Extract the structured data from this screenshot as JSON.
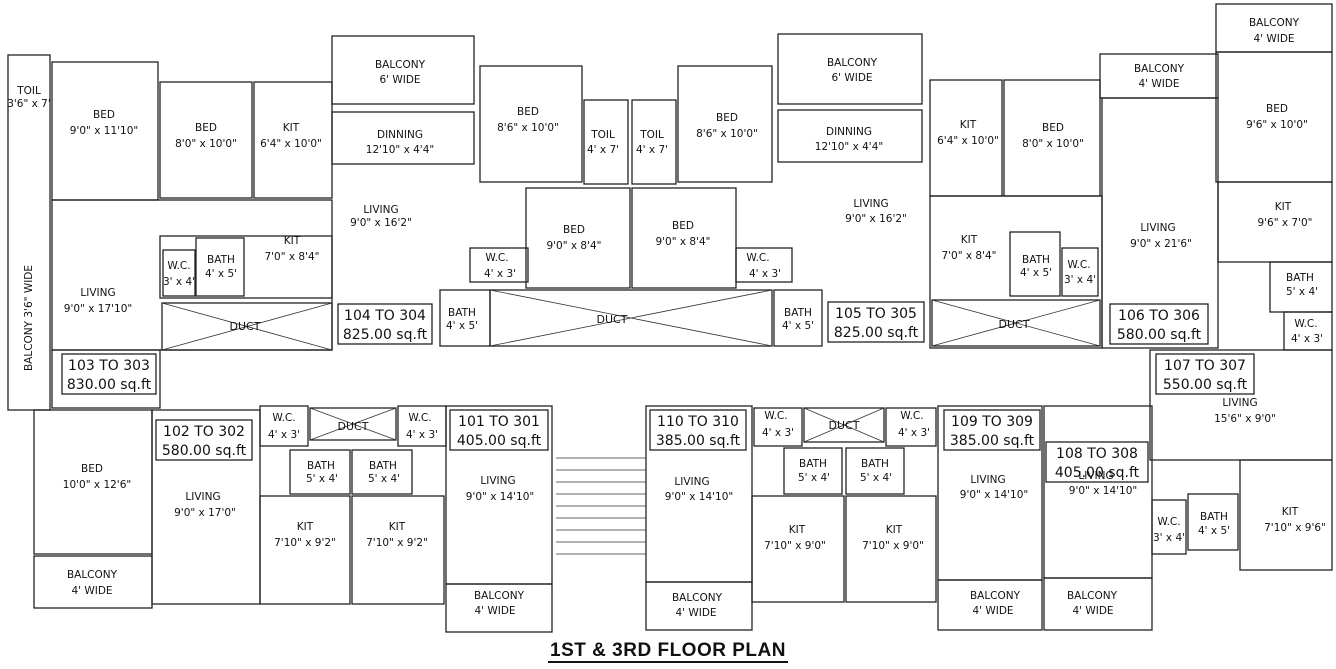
{
  "title": "1ST & 3RD FLOOR PLAN",
  "units": [
    {
      "name": "103 TO 303",
      "area": "830.00 sq.ft"
    },
    {
      "name": "104 TO 304",
      "area": "825.00 sq.ft"
    },
    {
      "name": "105 TO 305",
      "area": "825.00 sq.ft"
    },
    {
      "name": "106 TO 306",
      "area": "580.00 sq.ft"
    },
    {
      "name": "107 TO 307",
      "area": "550.00 sq.ft"
    },
    {
      "name": "102 TO 302",
      "area": "580.00 sq.ft"
    },
    {
      "name": "101 TO 301",
      "area": "405.00 sq.ft"
    },
    {
      "name": "110 TO 310",
      "area": "385.00 sq.ft"
    },
    {
      "name": "109 TO 309",
      "area": "385.00 sq.ft"
    },
    {
      "name": "108 TO 308",
      "area": "405.00 sq.ft"
    }
  ],
  "rooms": [
    {
      "name": "TOIL",
      "size": "3'6\" x 7'"
    },
    {
      "name": "BED",
      "size": "9'0\" x 11'10\""
    },
    {
      "name": "BED",
      "size": "8'0\" x 10'0\""
    },
    {
      "name": "KIT",
      "size": "6'4\" x 10'0\""
    },
    {
      "name": "BALCONY",
      "size": "6' WIDE"
    },
    {
      "name": "DINNING",
      "size": "12'10\" x 4'4\""
    },
    {
      "name": "BED",
      "size": "8'6\" x 10'0\""
    },
    {
      "name": "TOIL",
      "size": "4' x 7'"
    },
    {
      "name": "TOIL",
      "size": "4' x 7'"
    },
    {
      "name": "BED",
      "size": "8'6\" x 10'0\""
    },
    {
      "name": "BALCONY",
      "size": "6' WIDE"
    },
    {
      "name": "DINNING",
      "size": "12'10\" x 4'4\""
    },
    {
      "name": "KIT",
      "size": "6'4\" x 10'0\""
    },
    {
      "name": "BED",
      "size": "8'0\" x 10'0\""
    },
    {
      "name": "BALCONY",
      "size": "4' WIDE"
    },
    {
      "name": "BALCONY",
      "size": "4' WIDE"
    },
    {
      "name": "BED",
      "size": "9'6\" x 10'0\""
    },
    {
      "name": "LIVING",
      "size": "9'0\" x 16'2\""
    },
    {
      "name": "KIT",
      "size": "7'0\" x 8'4\""
    },
    {
      "name": "W.C.",
      "size": "3' x 4'"
    },
    {
      "name": "BATH",
      "size": "4' x 5'"
    },
    {
      "name": "LIVING",
      "size": "9'0\" x 17'10\""
    },
    {
      "name": "BED",
      "size": "9'0\" x 8'4\""
    },
    {
      "name": "BED",
      "size": "9'0\" x 8'4\""
    },
    {
      "name": "W.C.",
      "size": "4' x 3'"
    },
    {
      "name": "W.C.",
      "size": "4' x 3'"
    },
    {
      "name": "BATH",
      "size": "4' x 5'"
    },
    {
      "name": "BATH",
      "size": "4' x 5'"
    },
    {
      "name": "LIVING",
      "size": "9'0\" x 16'2\""
    },
    {
      "name": "KIT",
      "size": "7'0\" x 8'4\""
    },
    {
      "name": "BATH",
      "size": "4' x 5'"
    },
    {
      "name": "W.C.",
      "size": "3' x 4'"
    },
    {
      "name": "LIVING",
      "size": "9'0\" x 21'6\""
    },
    {
      "name": "KIT",
      "size": "9'6\" x 7'0\""
    },
    {
      "name": "BATH",
      "size": "5' x 4'"
    },
    {
      "name": "W.C.",
      "size": "4' x 3'"
    },
    {
      "name": "LIVING",
      "size": "15'6\" x 9'0\""
    },
    {
      "name": "BED",
      "size": "10'0\" x 12'6\""
    },
    {
      "name": "BALCONY",
      "size": "4' WIDE"
    },
    {
      "name": "LIVING",
      "size": "9'0\" x 17'0\""
    },
    {
      "name": "W.C.",
      "size": "4' x 3'"
    },
    {
      "name": "W.C.",
      "size": "4' x 3'"
    },
    {
      "name": "BATH",
      "size": "5' x 4'"
    },
    {
      "name": "BATH",
      "size": "5' x 4'"
    },
    {
      "name": "KIT",
      "size": "7'10\" x 9'2\""
    },
    {
      "name": "KIT",
      "size": "7'10\" x 9'2\""
    },
    {
      "name": "LIVING",
      "size": "9'0\" x 14'10\""
    },
    {
      "name": "BALCONY",
      "size": "4' WIDE"
    },
    {
      "name": "LIVING",
      "size": "9'0\" x 14'10\""
    },
    {
      "name": "BALCONY",
      "size": "4' WIDE"
    },
    {
      "name": "W.C.",
      "size": "4' x 3'"
    },
    {
      "name": "W.C.",
      "size": "4' x 3'"
    },
    {
      "name": "BATH",
      "size": "5' x 4'"
    },
    {
      "name": "BATH",
      "size": "5' x 4'"
    },
    {
      "name": "KIT",
      "size": "7'10\" x 9'0\""
    },
    {
      "name": "KIT",
      "size": "7'10\" x 9'0\""
    },
    {
      "name": "LIVING",
      "size": "9'0\" x 14'10\""
    },
    {
      "name": "BALCONY",
      "size": "4' WIDE"
    },
    {
      "name": "LIVING",
      "size": "9'0\" x 14'10\""
    },
    {
      "name": "BALCONY",
      "size": "4' WIDE"
    },
    {
      "name": "W.C.",
      "size": "3' x 4'"
    },
    {
      "name": "BATH",
      "size": "4' x 5'"
    },
    {
      "name": "KIT",
      "size": "7'10\" x 9'6\""
    }
  ],
  "balcony_side": "BALCONY 3'6\" WIDE",
  "duct_label": "DUCT"
}
